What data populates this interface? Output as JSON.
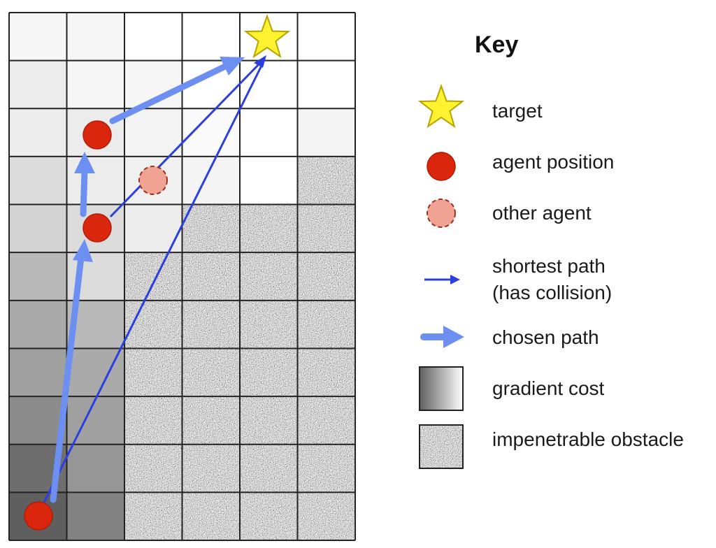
{
  "key": {
    "title": "Key",
    "items": [
      {
        "symbol": "star-icon",
        "label": "target"
      },
      {
        "symbol": "agent-dot-icon",
        "label": "agent position"
      },
      {
        "symbol": "dashed-dot-icon",
        "label": "other agent"
      },
      {
        "symbol": "thin-arrow-icon",
        "label_line1": "shortest path",
        "label_line2": "(has collision)"
      },
      {
        "symbol": "thick-arrow-icon",
        "label": "chosen path"
      },
      {
        "symbol": "gradient-square-icon",
        "label": "gradient cost"
      },
      {
        "symbol": "noise-square-icon",
        "label": "impenetrable obstacle"
      }
    ]
  },
  "grid": {
    "columns": 6,
    "rows": 11
  },
  "colors": {
    "agent": "#d9260c",
    "agent_stroke": "#b01c05",
    "other_agent": "#f0a393",
    "other_agent_stroke": "#9c3020",
    "star": "#fff230",
    "star_stroke": "#b5a400",
    "thin_arrow": "#2b3fe0",
    "thick_arrow": "#6d8ff2",
    "grid_line": "#222222"
  }
}
